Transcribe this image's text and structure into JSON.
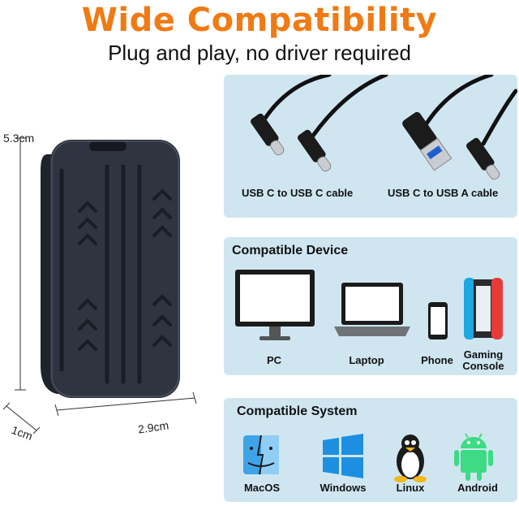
{
  "header": {
    "title": "Wide Compatibility",
    "subtitle": "Plug and play, no driver required"
  },
  "device": {
    "height_label": "5.3cm",
    "depth_label": "1cm",
    "width_label": "2.9cm"
  },
  "cables": {
    "c_to_c": "USB C to USB C cable",
    "c_to_a": "USB C to USB A cable"
  },
  "devices_panel": {
    "title": "Compatible Device",
    "items": [
      "PC",
      "Laptop",
      "Phone",
      "Gaming\nConsole"
    ]
  },
  "systems_panel": {
    "title": "Compatible System",
    "items": [
      "MacOS",
      "Windows",
      "Linux",
      "Android"
    ]
  },
  "colors": {
    "title_orange": "#f07a14",
    "panel_blue": "#cfe6f1",
    "device_body": "#2f3440"
  }
}
